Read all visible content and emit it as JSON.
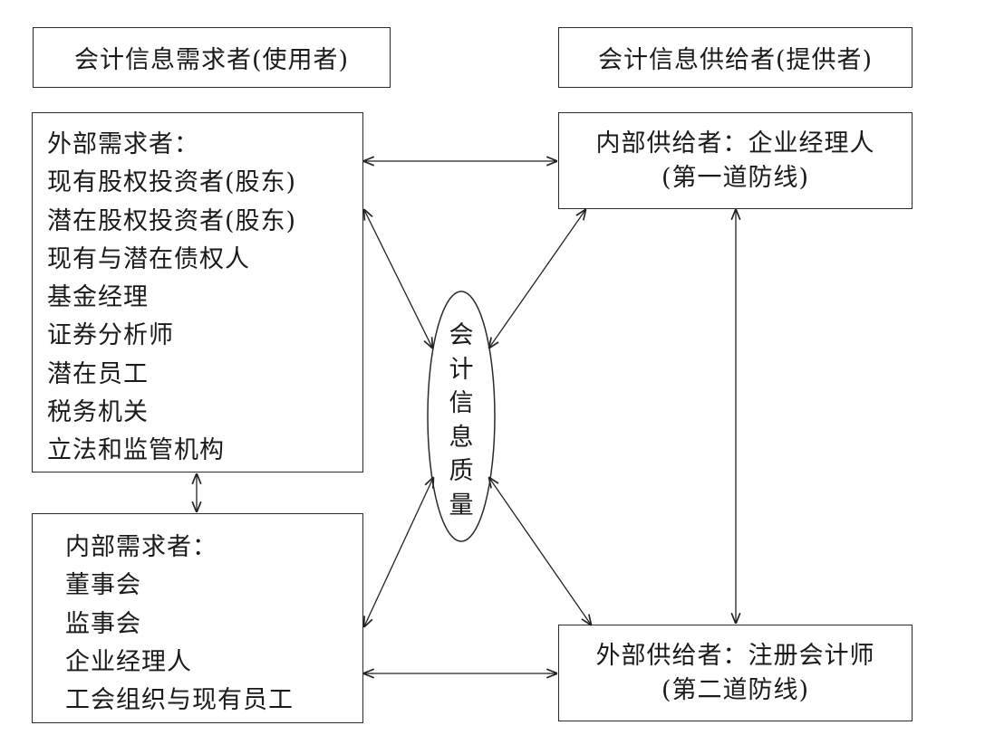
{
  "headers": {
    "users": "会计信息需求者(使用者)",
    "providers": "会计信息供给者(提供者)"
  },
  "external_demanders": {
    "lines": [
      "外部需求者：",
      "现有股权投资者(股东)",
      "潜在股权投资者(股东)",
      "现有与潜在债权人",
      "基金经理",
      "证券分析师",
      "潜在员工",
      "税务机关",
      "立法和监管机构"
    ]
  },
  "internal_demanders": {
    "lines": [
      "内部需求者：",
      "董事会",
      "监事会",
      "企业经理人",
      "工会组织与现有员工"
    ]
  },
  "internal_provider": {
    "lines": [
      "内部供给者：企业经理人",
      "(第一道防线)"
    ]
  },
  "external_provider": {
    "lines": [
      "外部供给者：注册会计师",
      "(第二道防线)"
    ]
  },
  "center": {
    "chars": [
      "会",
      "计",
      "信",
      "息",
      "质",
      "量"
    ]
  }
}
